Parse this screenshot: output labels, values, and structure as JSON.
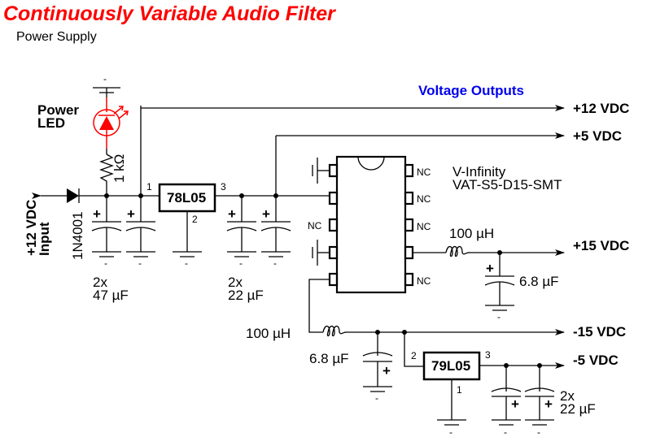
{
  "header": {
    "title": "Continuously Variable Audio Filter",
    "subtitle": "Power Supply"
  },
  "input": {
    "label_line1": "+12 VDC",
    "label_line2": "Input",
    "diode": "1N4001"
  },
  "led": {
    "label_line1": "Power",
    "label_line2": "LED",
    "color": "#ff0000"
  },
  "resistor": {
    "value": "1 kΩ"
  },
  "input_caps": {
    "count": "2x",
    "value": "47 µF"
  },
  "regulator_pos": {
    "part": "78L05",
    "pin_in": "1",
    "pin_gnd": "2",
    "pin_out": "3"
  },
  "reg_caps": {
    "count": "2x",
    "value": "22 µF"
  },
  "converter": {
    "maker": "V-Infinity",
    "part": "VAT-S5-D15-SMT",
    "nc_label": "NC"
  },
  "pos15_filter": {
    "inductor": "100 µH",
    "cap": "6.8 µF"
  },
  "neg15_filter": {
    "inductor": "100 µH",
    "cap": "6.8 µF"
  },
  "regulator_neg": {
    "part": "79L05",
    "pin_in": "2",
    "pin_gnd": "1",
    "pin_out": "3"
  },
  "neg_caps": {
    "count": "2x",
    "value": "22 µF"
  },
  "outputs": {
    "heading": "Voltage Outputs",
    "heading_color": "#0000ee",
    "items": [
      "+12 VDC",
      "+5 VDC",
      "+15 VDC",
      "-15 VDC",
      "-5 VDC"
    ]
  },
  "ground_sign": "-",
  "plus_sign": "+"
}
